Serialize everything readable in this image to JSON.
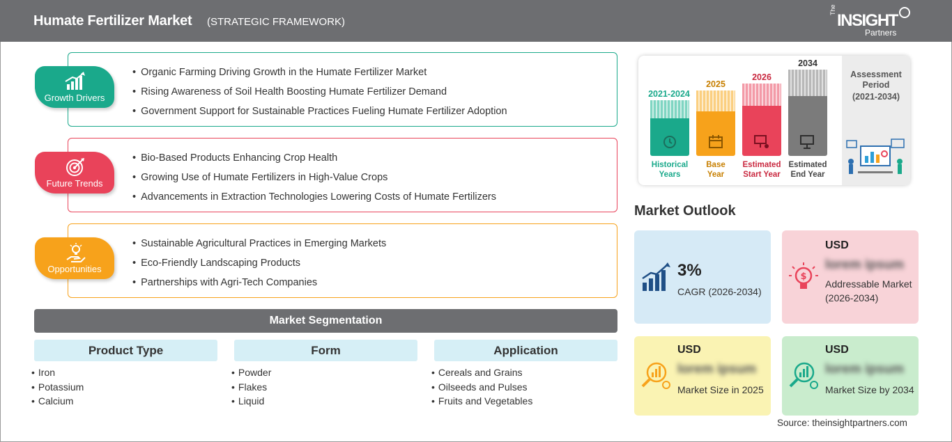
{
  "header": {
    "title": "Humate Fertilizer Market",
    "subtitle": "(STRATEGIC FRAMEWORK)",
    "logo_the": "The",
    "logo_insight": "INSIGHT",
    "logo_partners": "Partners"
  },
  "framework": [
    {
      "label": "Growth Drivers",
      "icon": "growth-chart-icon",
      "color": "#1aa98b",
      "items": [
        "Organic Farming Driving Growth in the Humate Fertilizer Market",
        "Rising Awareness of Soil Health Boosting Humate Fertilizer Demand",
        "Government Support for Sustainable Practices Fueling Humate Fertilizer Adoption"
      ]
    },
    {
      "label": "Future Trends",
      "icon": "target-icon",
      "color": "#e9435a",
      "items": [
        "Bio-Based Products Enhancing Crop Health",
        "Growing Use of Humate Fertilizers in High-Value Crops",
        "Advancements in Extraction Technologies Lowering Costs of Humate Fertilizers"
      ]
    },
    {
      "label": "Opportunities",
      "icon": "lightbulb-hand-icon",
      "color": "#f7a21b",
      "items": [
        "Sustainable Agricultural Practices in Emerging Markets",
        "Eco-Friendly Landscaping Products",
        "Partnerships with Agri-Tech Companies"
      ]
    }
  ],
  "segmentation": {
    "title": "Market Segmentation",
    "columns": [
      {
        "heading": "Product Type",
        "items": [
          "Iron",
          "Potassium",
          "Calcium"
        ]
      },
      {
        "heading": "Form",
        "items": [
          "Powder",
          "Flakes",
          "Liquid"
        ]
      },
      {
        "heading": "Application",
        "items": [
          "Cereals and Grains",
          "Oilseeds and Pulses",
          "Fruits and Vegetables"
        ]
      }
    ]
  },
  "assessment": {
    "years": [
      {
        "year": "2021-2024",
        "line1": "Historical",
        "line2": "Years",
        "color": "#1aa98b",
        "icon": "history-icon"
      },
      {
        "year": "2025",
        "line1": "Base",
        "line2": "Year",
        "color": "#f7a21b",
        "icon": "calendar-icon"
      },
      {
        "year": "2026",
        "line1": "Estimated",
        "line2": "Start Year",
        "color": "#e9435a",
        "icon": "start-presentation-icon"
      },
      {
        "year": "2034",
        "line1": "Estimated",
        "line2": "End Year",
        "color": "#7b7b7b",
        "icon": "end-presentation-icon"
      }
    ],
    "period_title": "Assessment Period",
    "period_range": "(2021-2034)",
    "illustration_icon": "analytics-people-icon"
  },
  "outlook": {
    "title": "Market Outlook",
    "cards": [
      {
        "kind": "cagr",
        "value": "3%",
        "desc": "CAGR (2026-2034)",
        "bg": "#d6eaf6",
        "icon": "growth-chart-icon"
      },
      {
        "kind": "usd",
        "usd": "USD",
        "value": "lorem ipsum",
        "desc": "Addressable Market (2026-2034)",
        "bg": "#f8d3d8",
        "icon": "lightbulb-dollar-icon"
      },
      {
        "kind": "usd",
        "usd": "USD",
        "value": "lorem ipsum",
        "desc": "Market Size in 2025",
        "bg": "#faf3b3",
        "icon": "magnifier-chart-icon"
      },
      {
        "kind": "usd",
        "usd": "USD",
        "value": "lorem ipsum",
        "desc": "Market Size by 2034",
        "bg": "#c9eccd",
        "icon": "magnifier-chart-icon"
      }
    ]
  },
  "source": "Source: theinsightpartners.com"
}
